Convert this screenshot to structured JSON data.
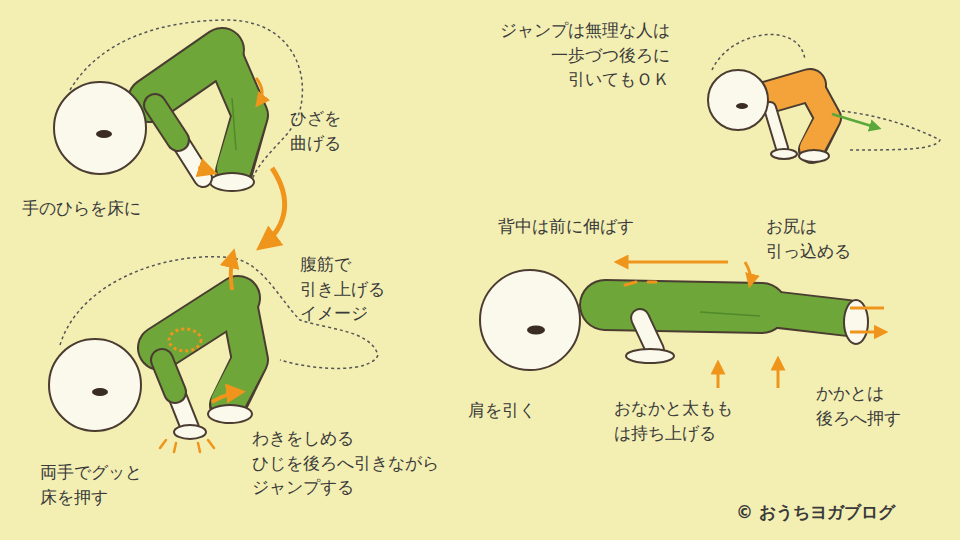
{
  "diagram": {
    "labels": [
      "手のひらを床に",
      "ひざを 曲げる",
      "腹筋で 引き上げる イメージ",
      "両手でグッと 床を押す",
      "わきをしめる ひじを後ろへ引きながら ジャンプする",
      "ジャンプは無理な人は 一歩づつ後ろに 引いてもＯＫ",
      "背中は前に伸ばす",
      "お尻は 引っ込める",
      "肩を引く",
      "おなかと太もも は持ち上げる",
      "かかとは 後ろへ押す",
      "© おうちヨガブログ"
    ]
  }
}
